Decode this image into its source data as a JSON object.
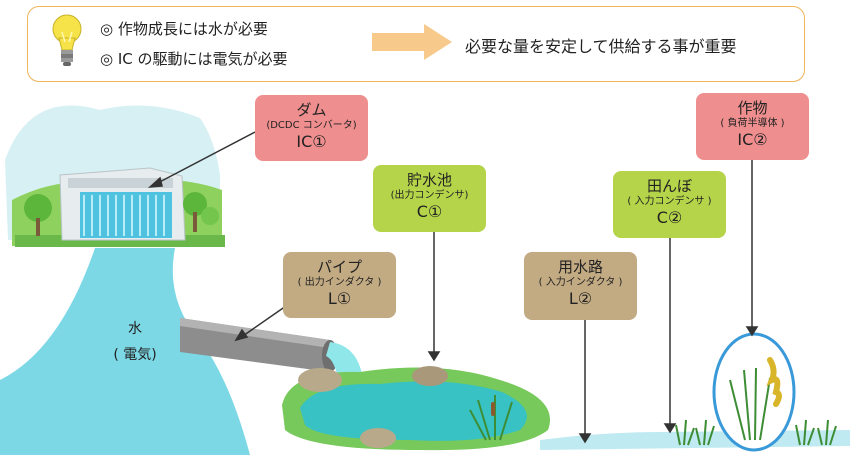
{
  "banner": {
    "line1": "◎ 作物成長には水が必要",
    "line2": "◎ IC の駆動には電気が必要",
    "conclusion": "必要な量を安定して供給する事が重要"
  },
  "labels": {
    "dam": {
      "title": "ダム",
      "sub": "(DCDC コンバータ)",
      "code": "IC①"
    },
    "tank": {
      "title": "貯水池",
      "sub": "(出力コンデンサ)",
      "code": "C①"
    },
    "pipe": {
      "title": "パイプ",
      "sub": "( 出力インダクタ )",
      "code": "L①"
    },
    "canal": {
      "title": "用水路",
      "sub": "( 入力インダクタ )",
      "code": "L②"
    },
    "paddy": {
      "title": "田んぼ",
      "sub": "( 入力コンデンサ )",
      "code": "C②"
    },
    "crop": {
      "title": "作物",
      "sub": "( 負荷半導体 )",
      "code": "IC②"
    }
  },
  "water": {
    "line1": "水",
    "line2": "( 電気)"
  },
  "colors": {
    "pink": "#ef8e8e",
    "green": "#b5d449",
    "tan": "#c2aa83",
    "water": "#7dd8e6",
    "pond": "#39c2c4",
    "banner_border": "#f0b45a",
    "arrow": "#f7c98a"
  }
}
